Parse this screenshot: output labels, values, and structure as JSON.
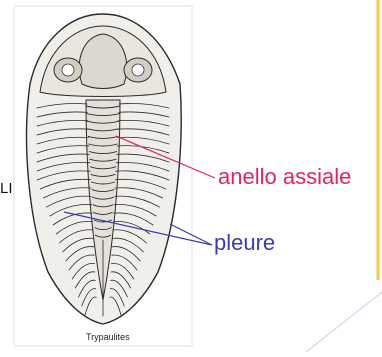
{
  "labels": {
    "axial_ring": "anello assiale",
    "pleurae": "pleure",
    "caption": "Trypaulites",
    "cut_text": "LI"
  },
  "colors": {
    "axial_ring_label": "#e8235a",
    "pleurae_label": "#3b3bb0",
    "slide_edge": "#f2c94c",
    "deco_line": "#c8d8f0",
    "fossil_ink": "#2a2a2a",
    "fossil_fill": "#f1efe9"
  }
}
